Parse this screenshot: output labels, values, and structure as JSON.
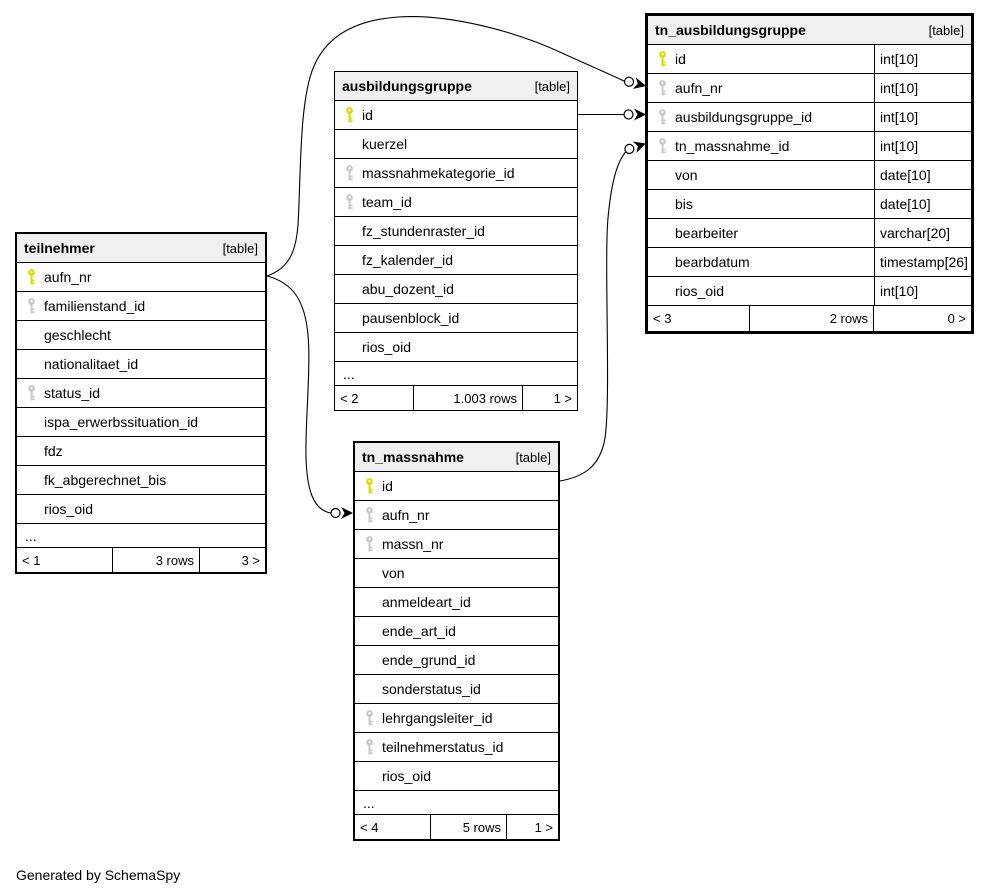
{
  "credit": "Generated by SchemaSpy",
  "colors": {
    "pk_key": "#dcdc00",
    "fk_key": "#c9c9c9",
    "header_bg": "#f0f0f0",
    "line": "#000000"
  },
  "tables": [
    {
      "title": "teilnehmer",
      "badge": "[table]",
      "columns": [
        {
          "name": "aufn_nr",
          "key": "pk"
        },
        {
          "name": "familienstand_id",
          "key": "fk"
        },
        {
          "name": "geschlecht"
        },
        {
          "name": "nationalitaet_id"
        },
        {
          "name": "status_id",
          "key": "fk"
        },
        {
          "name": "ispa_erwerbssituation_id"
        },
        {
          "name": "fdz"
        },
        {
          "name": "fk_abgerechnet_bis"
        },
        {
          "name": "rios_oid"
        }
      ],
      "more": "...",
      "footer": {
        "prev": "< 1",
        "rows": "3 rows",
        "next": "3 >"
      }
    },
    {
      "title": "ausbildungsgruppe",
      "badge": "[table]",
      "columns": [
        {
          "name": "id",
          "key": "pk"
        },
        {
          "name": "kuerzel"
        },
        {
          "name": "massnahmekategorie_id",
          "key": "fk"
        },
        {
          "name": "team_id",
          "key": "fk"
        },
        {
          "name": "fz_stundenraster_id"
        },
        {
          "name": "fz_kalender_id"
        },
        {
          "name": "abu_dozent_id"
        },
        {
          "name": "pausenblock_id"
        },
        {
          "name": "rios_oid"
        }
      ],
      "more": "...",
      "footer": {
        "prev": "< 2",
        "rows": "1.003 rows",
        "next": "1 >"
      }
    },
    {
      "title": "tn_massnahme",
      "badge": "[table]",
      "columns": [
        {
          "name": "id",
          "key": "pk"
        },
        {
          "name": "aufn_nr",
          "key": "fk"
        },
        {
          "name": "massn_nr",
          "key": "fk"
        },
        {
          "name": "von"
        },
        {
          "name": "anmeldeart_id"
        },
        {
          "name": "ende_art_id"
        },
        {
          "name": "ende_grund_id"
        },
        {
          "name": "sonderstatus_id"
        },
        {
          "name": "lehrgangsleiter_id",
          "key": "fk"
        },
        {
          "name": "teilnehmerstatus_id",
          "key": "fk"
        },
        {
          "name": "rios_oid"
        }
      ],
      "more": "...",
      "footer": {
        "prev": "< 4",
        "rows": "5 rows",
        "next": "1 >"
      }
    },
    {
      "title": "tn_ausbildungsgruppe",
      "badge": "[table]",
      "show_types": true,
      "columns": [
        {
          "name": "id",
          "key": "pk",
          "type": "int[10]"
        },
        {
          "name": "aufn_nr",
          "key": "fk",
          "type": "int[10]"
        },
        {
          "name": "ausbildungsgruppe_id",
          "key": "fk",
          "type": "int[10]"
        },
        {
          "name": "tn_massnahme_id",
          "key": "fk",
          "type": "int[10]"
        },
        {
          "name": "von",
          "type": "date[10]"
        },
        {
          "name": "bis",
          "type": "date[10]"
        },
        {
          "name": "bearbeiter",
          "type": "varchar[20]"
        },
        {
          "name": "bearbdatum",
          "type": "timestamp[26]"
        },
        {
          "name": "rios_oid",
          "type": "int[10]"
        }
      ],
      "footer": {
        "prev": "< 3",
        "rows": "2 rows",
        "next": "0 >"
      }
    }
  ],
  "relationships": [
    {
      "from": "teilnehmer.aufn_nr",
      "to": "tn_ausbildungsgruppe.aufn_nr"
    },
    {
      "from": "ausbildungsgruppe.id",
      "to": "tn_ausbildungsgruppe.ausbildungsgruppe_id"
    },
    {
      "from": "tn_massnahme.id",
      "to": "tn_ausbildungsgruppe.tn_massnahme_id"
    },
    {
      "from": "teilnehmer.aufn_nr",
      "to": "tn_massnahme.aufn_nr"
    }
  ]
}
